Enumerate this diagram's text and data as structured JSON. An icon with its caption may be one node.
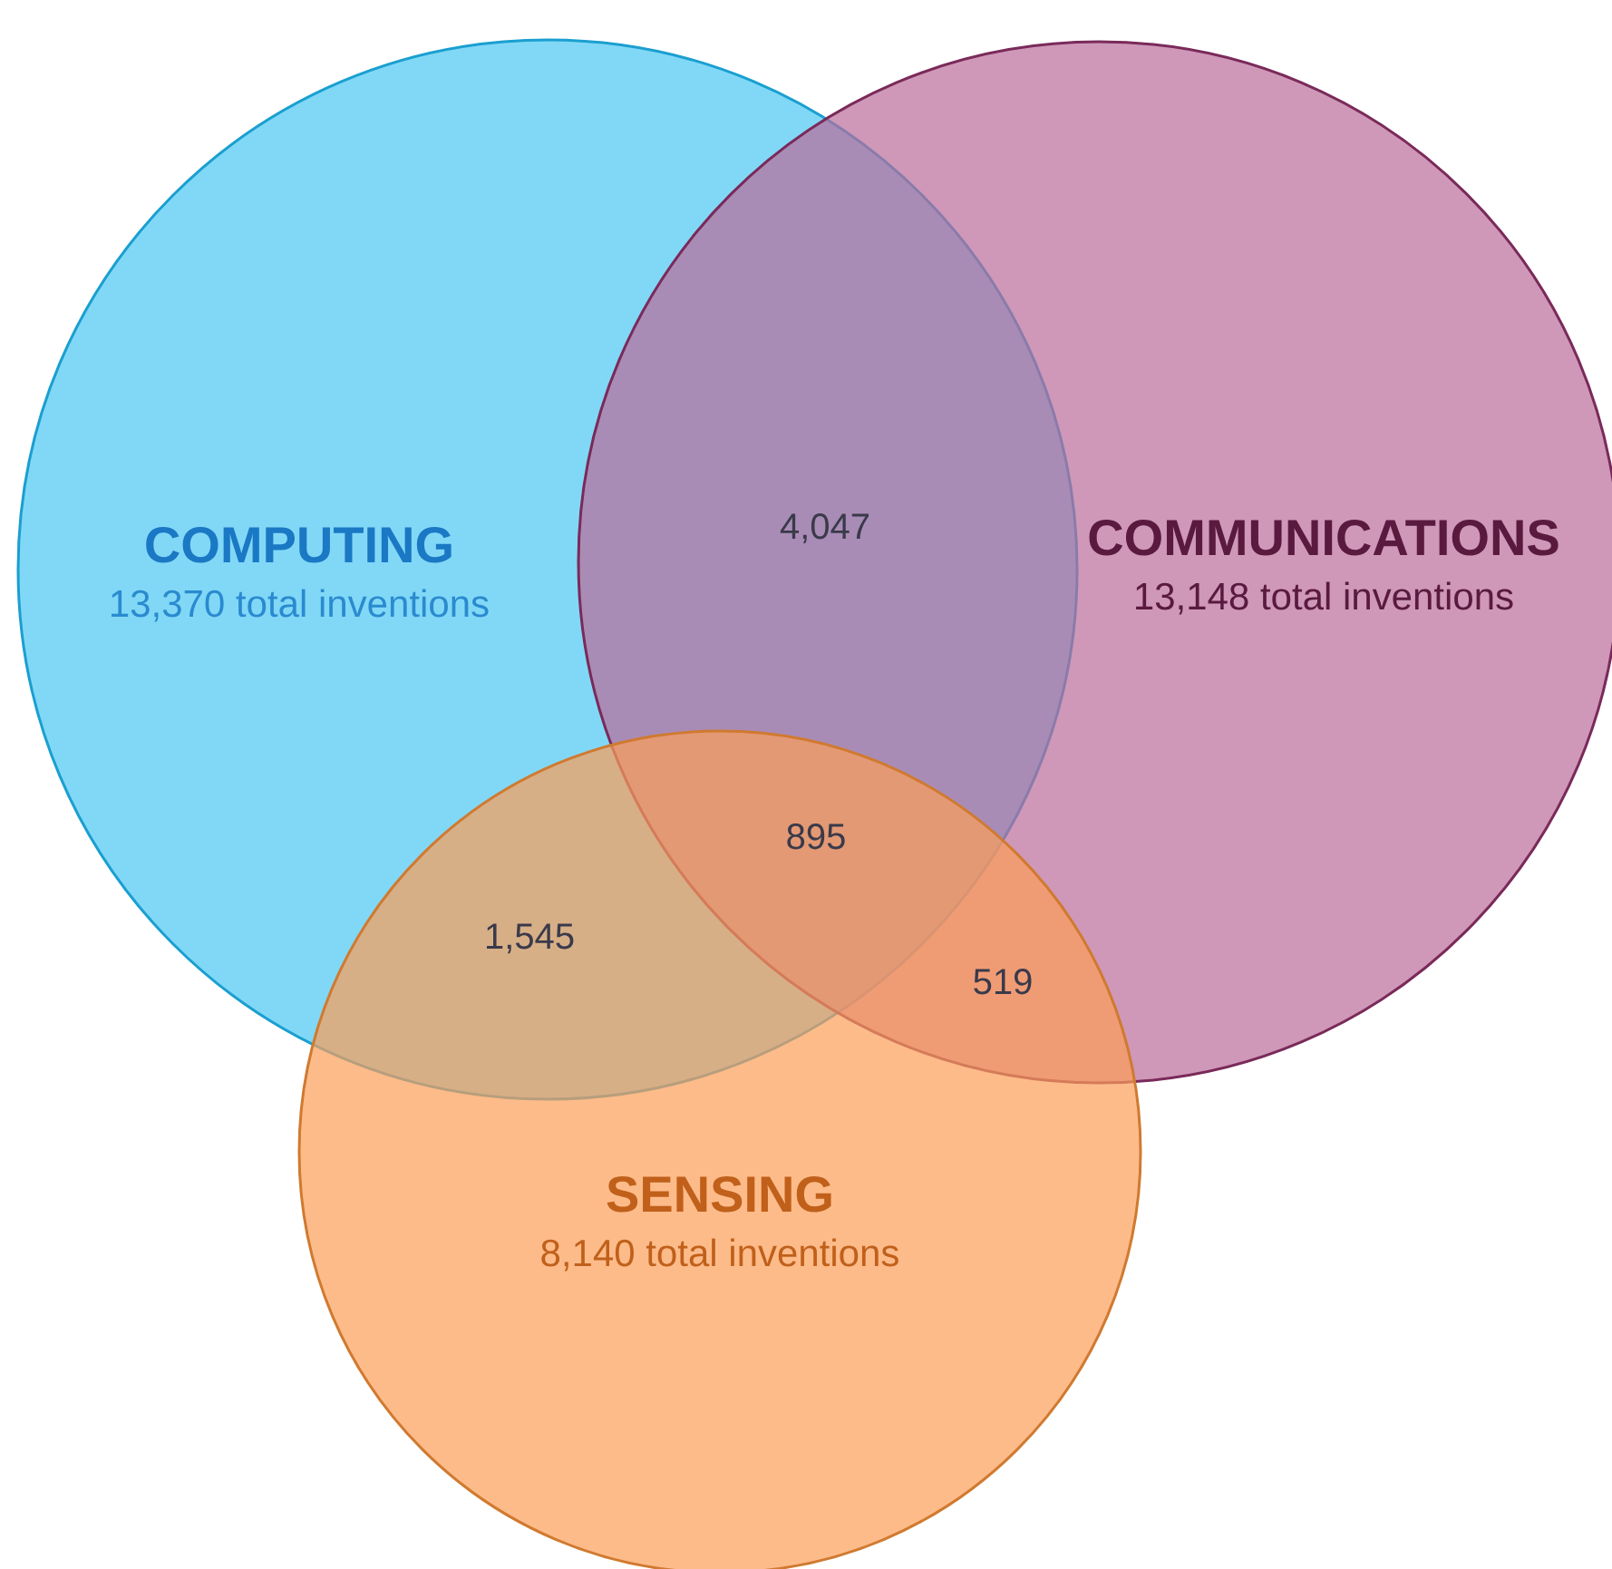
{
  "diagram": {
    "nodes": [
      {
        "text": [
          "COMPUTING",
          "13,370 total inventions"
        ]
      },
      {
        "text": [
          "COMMUNICATIONS",
          "13,148 total inventions"
        ]
      },
      {
        "text": [
          "SENSING",
          "8,140 total inventions"
        ]
      }
    ],
    "labels": [
      "4,047",
      "895",
      "1,545",
      "519"
    ]
  }
}
